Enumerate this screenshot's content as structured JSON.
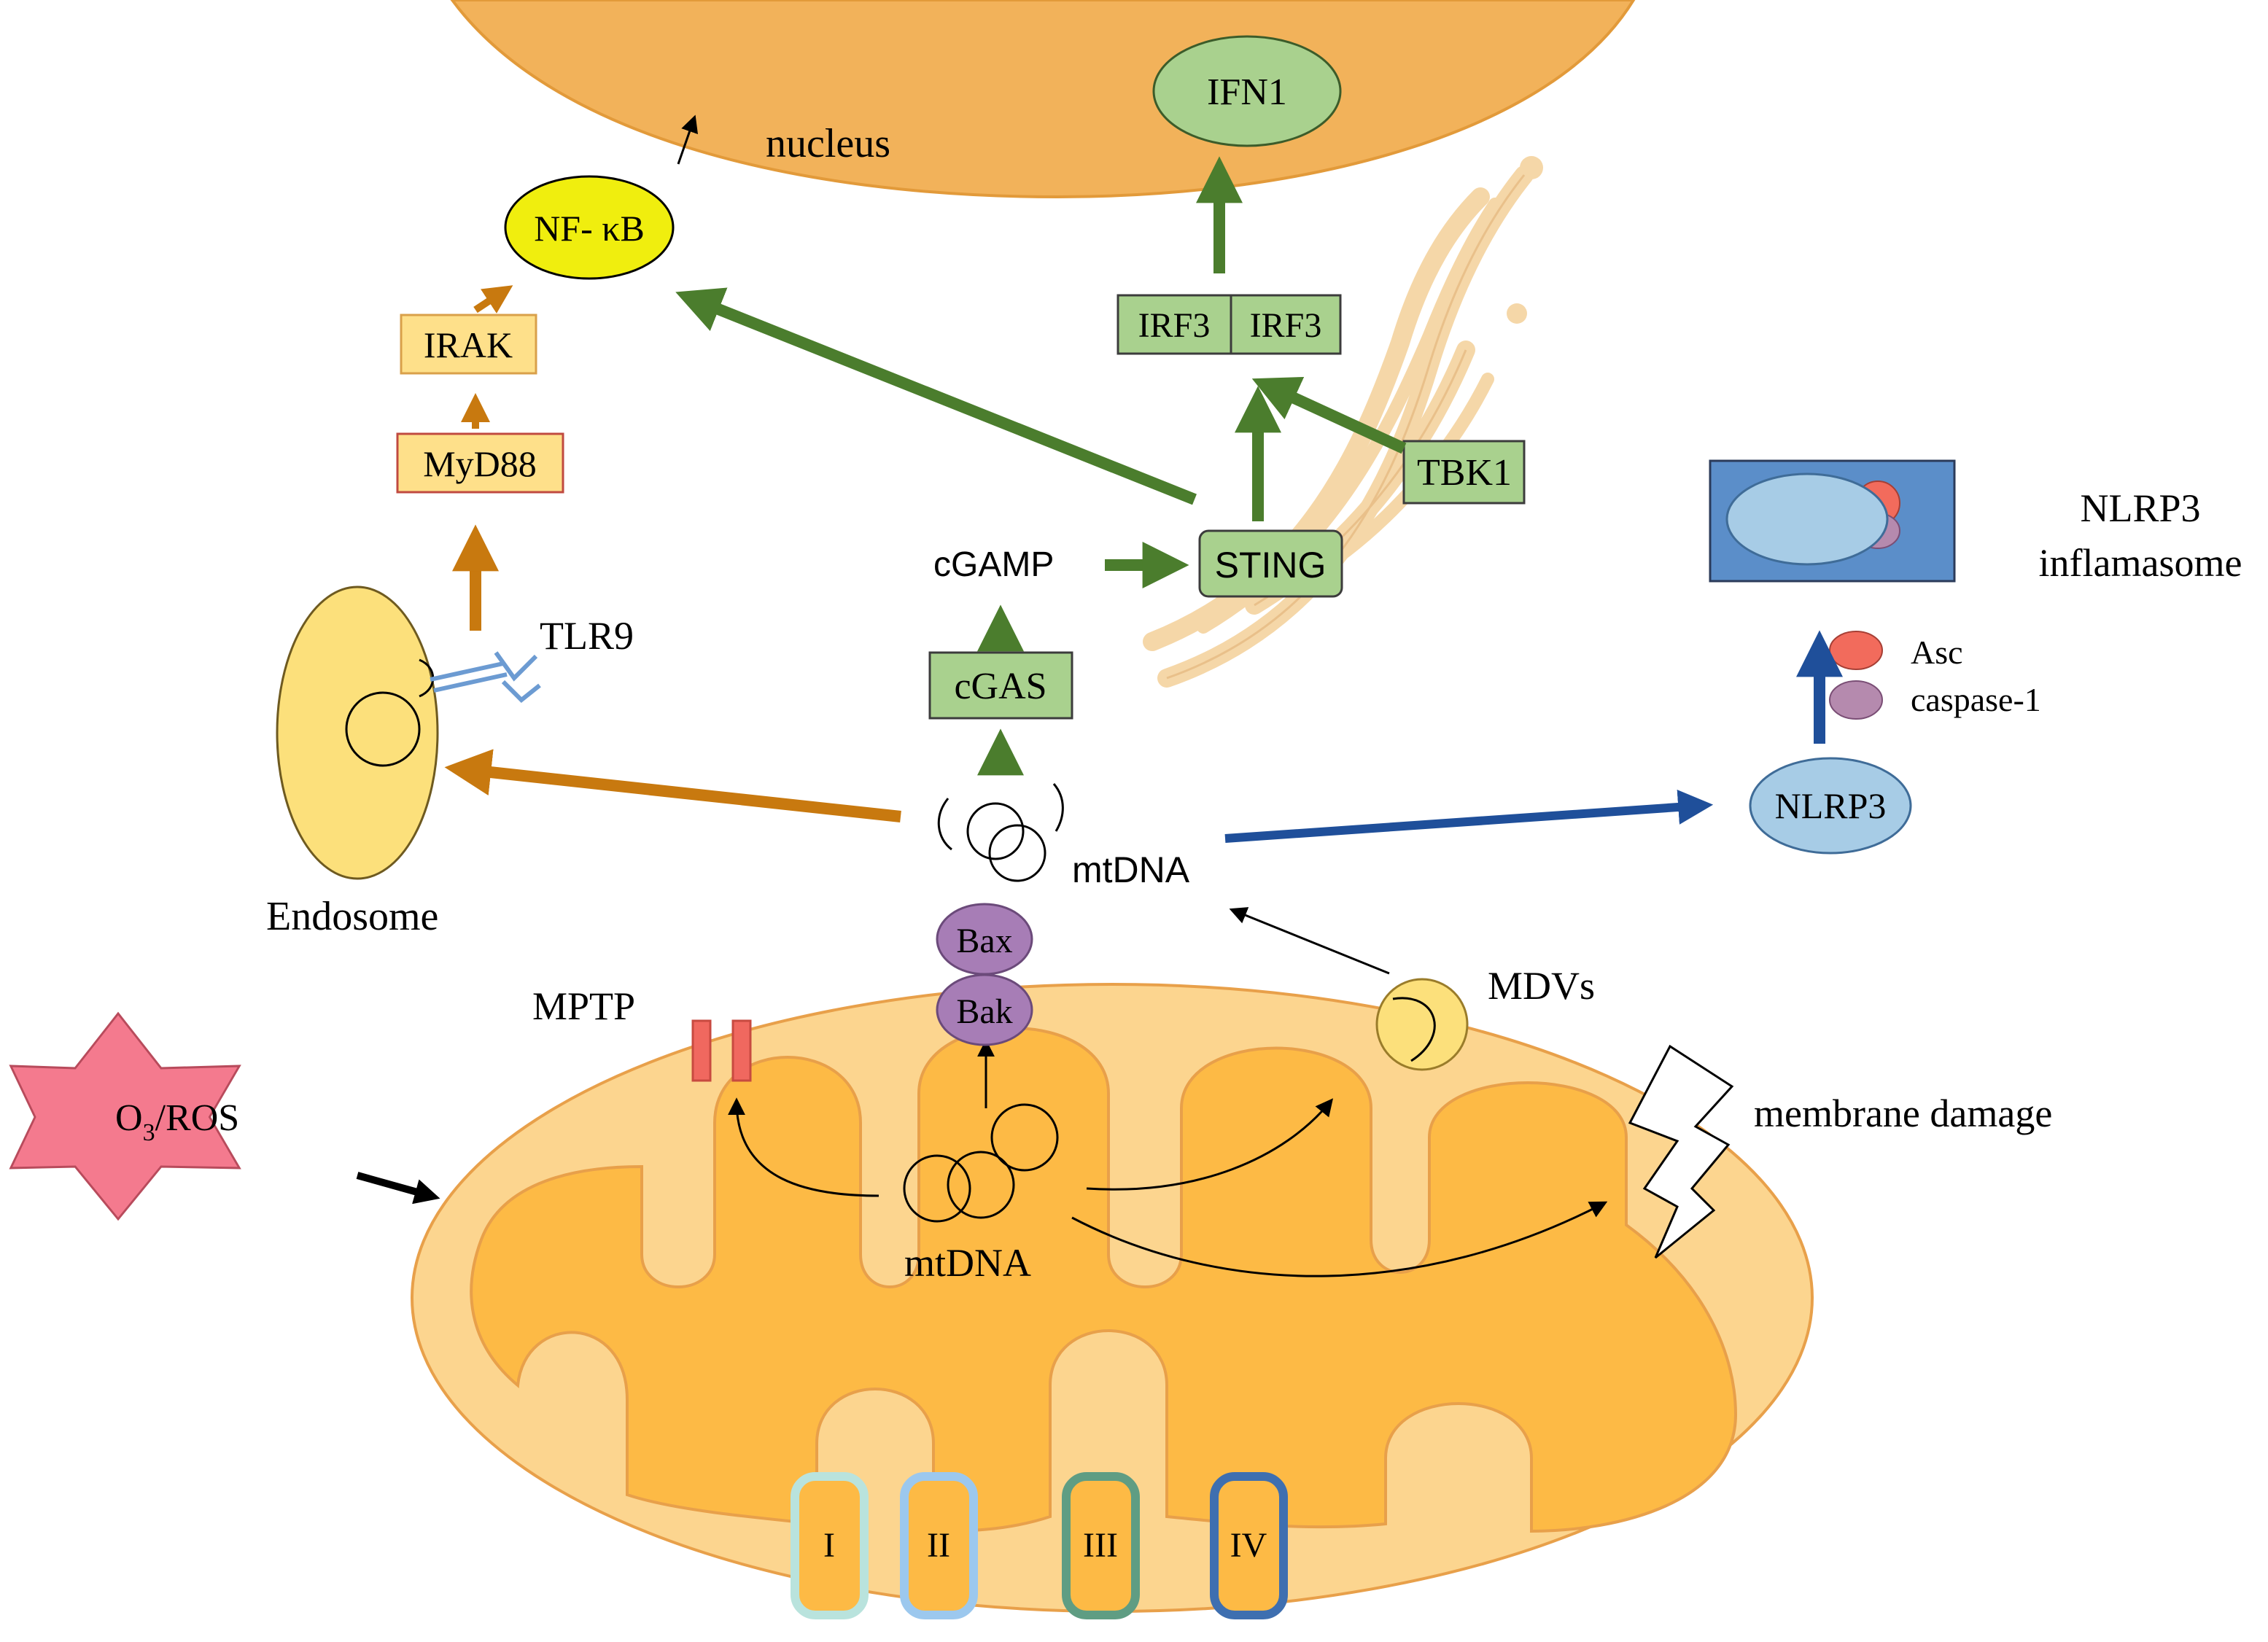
{
  "labels": {
    "nucleus": "nucleus",
    "nfkb": "NF- κB",
    "irak": "IRAK",
    "myd88": "MyD88",
    "tlr9": "TLR9",
    "endosome": "Endosome",
    "ifn1": "IFN1",
    "irf3_a": "IRF3",
    "irf3_b": "IRF3",
    "tbk1": "TBK1",
    "cgamp": "cGAMP",
    "sting": "STING",
    "cgas": "cGAS",
    "mtdna_cyto": "mtDNA",
    "nlrp3": "NLRP3",
    "inflammasome_line1": "NLRP3",
    "inflammasome_line2": "inflamasome",
    "asc": "Asc",
    "caspase1": "caspase-1",
    "bax": "Bax",
    "bak": "Bak",
    "mptp": "MPTP",
    "mdvs": "MDVs",
    "membrane_damage": "membrane damage",
    "ros_base": "O",
    "ros_sub": "3",
    "ros_rest": "/ROS",
    "mtdna_mito": "mtDNA",
    "complex_1": "I",
    "complex_2": "II",
    "complex_3": "III",
    "complex_4": "IV"
  },
  "colors": {
    "nucleus": "#F2B25A",
    "mito_outer": "#FCD58F",
    "mito_inner": "#FDBA45",
    "green_pathway": "#4B7D2D",
    "orange_pathway": "#C8790F",
    "blue_pathway": "#1F4F9A",
    "green_box": "#A9D18E",
    "yellow_nfkb": "#F0EE0E",
    "ros_star": "#F47A8E",
    "bax_bak": "#A77DB6",
    "nlrp3": "#A7CCE6",
    "inflammasome_bg": "#5B8EC9",
    "asc": "#F26B5C",
    "caspase": "#B58AAE",
    "mptp": "#F0685F"
  }
}
